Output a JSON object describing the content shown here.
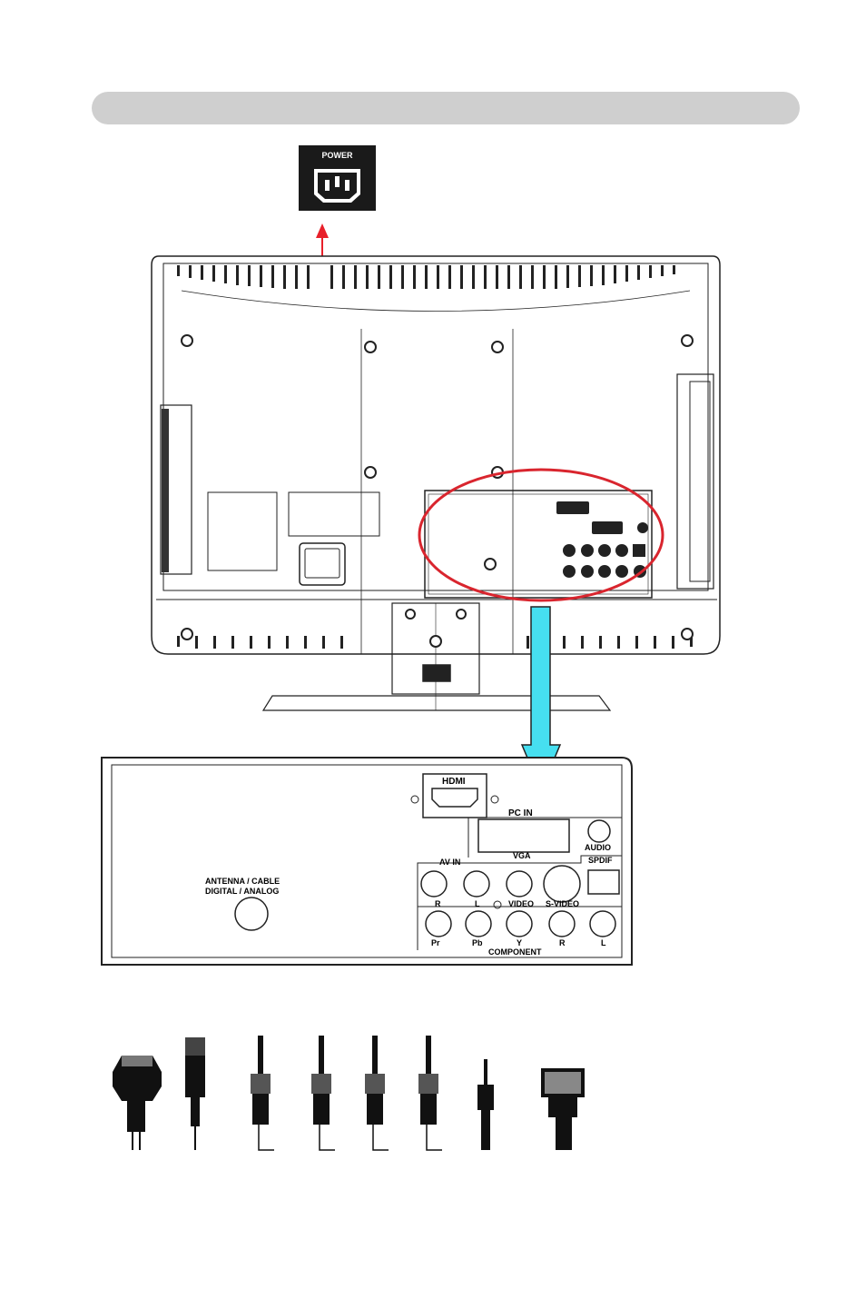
{
  "section_title": "",
  "power_inset": {
    "label": "POWER"
  },
  "panel": {
    "hdmi": "HDMI",
    "pc_in": "PC  IN",
    "vga": "VGA",
    "audio": "AUDIO",
    "spdif": "SPDIF",
    "av_in": "AV  IN",
    "antenna_line1": "ANTENNA / CABLE",
    "antenna_line2": "DIGITAL / ANALOG",
    "av_jacks": [
      "R",
      "L",
      "VIDEO",
      "S-VIDEO"
    ],
    "component_jacks": [
      "Pr",
      "Pb",
      "Y",
      "R",
      "L"
    ],
    "component": "COMPONENT"
  },
  "colors": {
    "power_arrow": "#e8202a",
    "highlight_oval": "#d9252e",
    "down_arrow": "#46dff0",
    "section_bar": "#cfcfcf"
  },
  "cables": [
    "hdmi-cable-icon",
    "antenna-coax-cable-icon",
    "rca-cable-icon",
    "rca-cable-icon",
    "rca-cable-icon",
    "rca-cable-icon",
    "audio-mini-jack-icon",
    "vga-cable-icon"
  ]
}
